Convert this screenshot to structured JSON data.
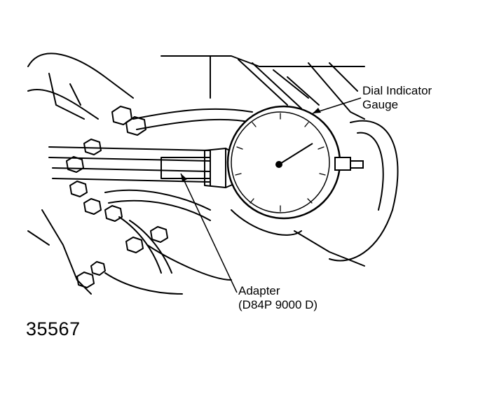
{
  "labels": {
    "dial_line1": "Dial Indicator",
    "dial_line2": "Gauge",
    "adapter_line1": "Adapter",
    "adapter_line2": "(D84P 9000 D)"
  },
  "figure_number": "35567",
  "colors": {
    "ink": "#000000",
    "paper": "#ffffff"
  }
}
